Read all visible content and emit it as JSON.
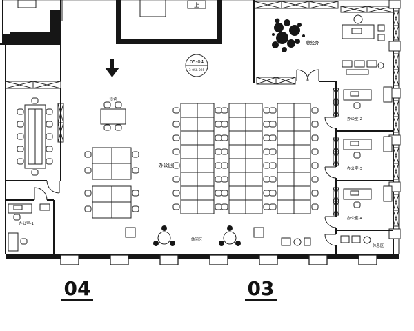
{
  "labels": {
    "grid_left": "04",
    "grid_right": "03",
    "bubble_code": "05-04",
    "bubble_ref": "3-05L 02F",
    "gm_office": "总经办",
    "open_office": "办公区",
    "reception": "洽谈",
    "office_1": "办公室-1",
    "office_2": "办公室-2",
    "office_3": "办公室-3",
    "office_4": "办公室-4",
    "rest_area": "休息区",
    "leisure": "休闲区",
    "stair": "上"
  },
  "colors": {
    "ink": "#222222",
    "wall": "#161616",
    "paper": "#ffffff"
  }
}
